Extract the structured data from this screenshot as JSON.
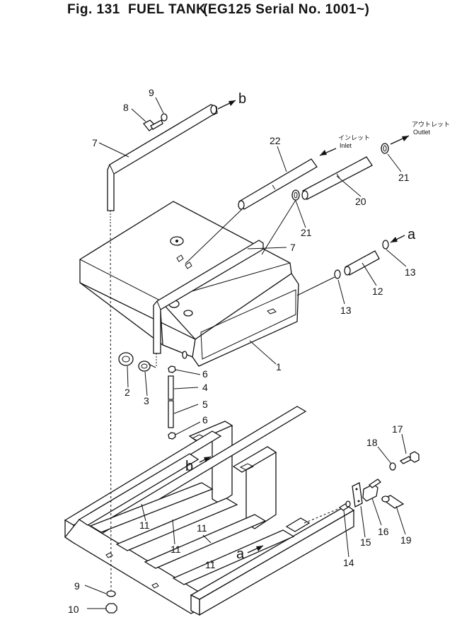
{
  "header": {
    "fig_label": "Fig. 131",
    "title": "FUEL TANK",
    "serial": "(EG125 Serial No. 1001~)"
  },
  "ports": {
    "inlet_jp": "インレット",
    "inlet": "Inlet",
    "outlet_jp": "アウトレット",
    "outlet": "Outlet"
  },
  "letters": {
    "a_top": "a",
    "a_bottom": "a",
    "b_top": "b",
    "b_bottom": "b"
  },
  "callouts": {
    "c1": "1",
    "c2": "2",
    "c3": "3",
    "c4": "4",
    "c5": "5",
    "c6a": "6",
    "c6b": "6",
    "c7a": "7",
    "c7b": "7",
    "c8": "8",
    "c9a": "9",
    "c9b": "9",
    "c10": "10",
    "c11a": "11",
    "c11b": "11",
    "c11c": "11",
    "c11d": "11",
    "c12": "12",
    "c13a": "13",
    "c13b": "13",
    "c14": "14",
    "c15": "15",
    "c16": "16",
    "c17": "17",
    "c18": "18",
    "c19": "19",
    "c20": "20",
    "c21a": "21",
    "c21b": "21",
    "c22": "22"
  }
}
